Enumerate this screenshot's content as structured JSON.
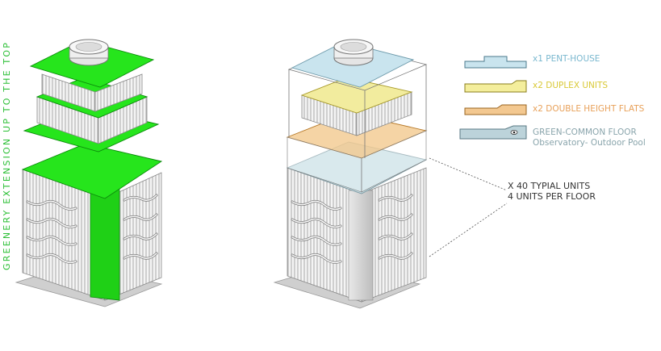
{
  "side_title": "GREENERY EXTENSION UP TO THE TOP",
  "legend": {
    "penthouse": {
      "label": "x1 PENT-HOUSE",
      "color": "#7ab8cf"
    },
    "duplex": {
      "label": "x2 DUPLEX UNITS",
      "color": "#d9c936"
    },
    "double_height": {
      "label": "x2 DOUBLE HEIGHT FLATS",
      "color": "#e8a15a"
    },
    "green_common": {
      "label": "GREEN-COMMON FLOOR",
      "sublabel": "Observatory- Outdoor Pool",
      "color": "#8aa5ac"
    }
  },
  "typical_units": {
    "line1": "X 40  TYPIAL UNITS",
    "line2": "4 UNITS PER FLOOR"
  },
  "colors": {
    "green": "#26e51c",
    "green_dark": "#11b510",
    "blue_top": "#c9e4ee",
    "yellow": "#f2ec9e",
    "orange": "#f3cc95",
    "grey_body": "#d8d8d8"
  }
}
